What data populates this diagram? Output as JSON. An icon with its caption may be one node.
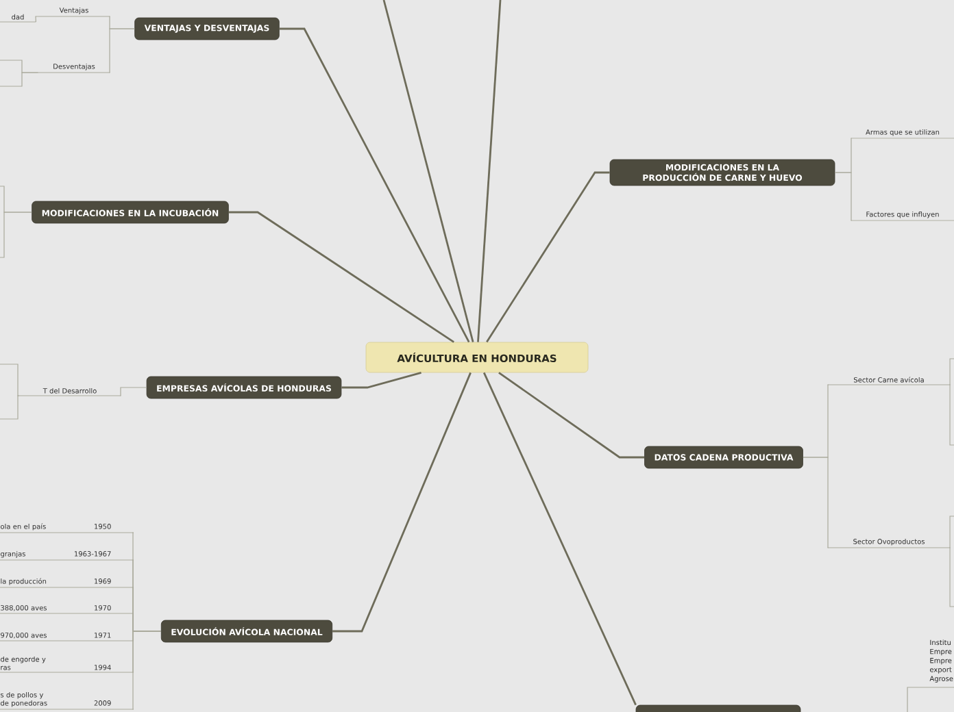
{
  "diagram": {
    "nodes": [
      {
        "text": [
          "AVÍCULTURA EN HONDURAS"
        ]
      },
      {
        "text": [
          "VENTAJAS Y DESVENTAJAS"
        ]
      },
      {
        "text": [
          "Ventajas"
        ]
      },
      {
        "text": [
          "dad"
        ]
      },
      {
        "text": [
          "Desventajas"
        ]
      },
      {
        "text": [
          "MODIFICACIONES EN LA INCUBACIÓN"
        ]
      },
      {
        "text": [
          "EMPRESAS AVÍCOLAS DE HONDURAS"
        ]
      },
      {
        "text": [
          "T del Desarrollo"
        ]
      },
      {
        "text": [
          "EVOLUCIÓN AVÍCOLA NACIONAL"
        ]
      },
      {
        "text": [
          "ola en el país",
          "1950"
        ]
      },
      {
        "text": [
          "granjas",
          "1963-1967"
        ]
      },
      {
        "text": [
          "la producción",
          "1969"
        ]
      },
      {
        "text": [
          "388,000 aves",
          "1970"
        ]
      },
      {
        "text": [
          "970,000 aves",
          "1971"
        ]
      },
      {
        "text": [
          "de engorde y ras",
          "1994"
        ]
      },
      {
        "text": [
          "s de pollos y de ponedoras",
          "2009"
        ]
      },
      {
        "text": [
          "MODIFICACIONES EN LA PRODUCCIÓN DE CARNE Y HUEVO"
        ]
      },
      {
        "text": [
          "Armas que se utilizan"
        ]
      },
      {
        "text": [
          "Factores que influyen"
        ]
      },
      {
        "text": [
          "DATOS CADENA PRODUCTIVA"
        ]
      },
      {
        "text": [
          "Sector Carne avícola"
        ]
      },
      {
        "text": [
          "Sector Ovoproductos"
        ]
      },
      {
        "text": [],
        "shape": "box"
      }
    ],
    "edges": [
      {
        "from": 0,
        "to": 1,
        "arrow": "none",
        "color": "#6e6c5a"
      },
      {
        "from": 0,
        "to": 5,
        "arrow": "none",
        "color": "#6e6c5a"
      },
      {
        "from": 0,
        "to": 6,
        "arrow": "none",
        "color": "#6e6c5a"
      },
      {
        "from": 0,
        "to": 8,
        "arrow": "none",
        "color": "#6e6c5a"
      },
      {
        "from": 0,
        "to": 16,
        "arrow": "none",
        "color": "#6e6c5a"
      },
      {
        "from": 0,
        "to": 19,
        "arrow": "none",
        "color": "#6e6c5a"
      },
      {
        "from": 0,
        "to": 22,
        "arrow": "none",
        "color": "#6e6c5a"
      },
      {
        "from": 0,
        "to": null,
        "arrow": "none",
        "color": "#6e6c5a"
      },
      {
        "from": 0,
        "to": null,
        "arrow": "none",
        "color": "#6e6c5a"
      },
      {
        "from": 1,
        "to": 2,
        "arrow": "none"
      },
      {
        "from": 1,
        "to": 4,
        "arrow": "none"
      },
      {
        "from": 2,
        "to": 3,
        "arrow": "none"
      },
      {
        "from": 4,
        "to": null,
        "arrow": "none"
      },
      {
        "from": 4,
        "to": null,
        "arrow": "none"
      },
      {
        "from": 5,
        "to": null,
        "arrow": "none"
      },
      {
        "from": 5,
        "to": null,
        "arrow": "none"
      },
      {
        "from": 6,
        "to": 7,
        "arrow": "none"
      },
      {
        "from": 7,
        "to": null,
        "arrow": "none"
      },
      {
        "from": 7,
        "to": null,
        "arrow": "none"
      },
      {
        "from": 8,
        "to": 9,
        "arrow": "none"
      },
      {
        "from": 8,
        "to": 10,
        "arrow": "none"
      },
      {
        "from": 8,
        "to": 11,
        "arrow": "none"
      },
      {
        "from": 8,
        "to": 12,
        "arrow": "none"
      },
      {
        "from": 8,
        "to": 13,
        "arrow": "none"
      },
      {
        "from": 8,
        "to": 14,
        "arrow": "none"
      },
      {
        "from": 8,
        "to": 15,
        "arrow": "none"
      },
      {
        "from": 16,
        "to": 17,
        "arrow": "none"
      },
      {
        "from": 16,
        "to": 18,
        "arrow": "none"
      },
      {
        "from": 19,
        "to": 20,
        "arrow": "none"
      },
      {
        "from": 19,
        "to": 21,
        "arrow": "none"
      },
      {
        "from": 20,
        "to": null,
        "arrow": "none"
      },
      {
        "from": 20,
        "to": null,
        "arrow": "none"
      },
      {
        "from": 21,
        "to": null,
        "arrow": "none"
      },
      {
        "from": 21,
        "to": null,
        "arrow": "none"
      }
    ],
    "labels": [
      "Institu Empre Empre export Agrose"
    ]
  }
}
